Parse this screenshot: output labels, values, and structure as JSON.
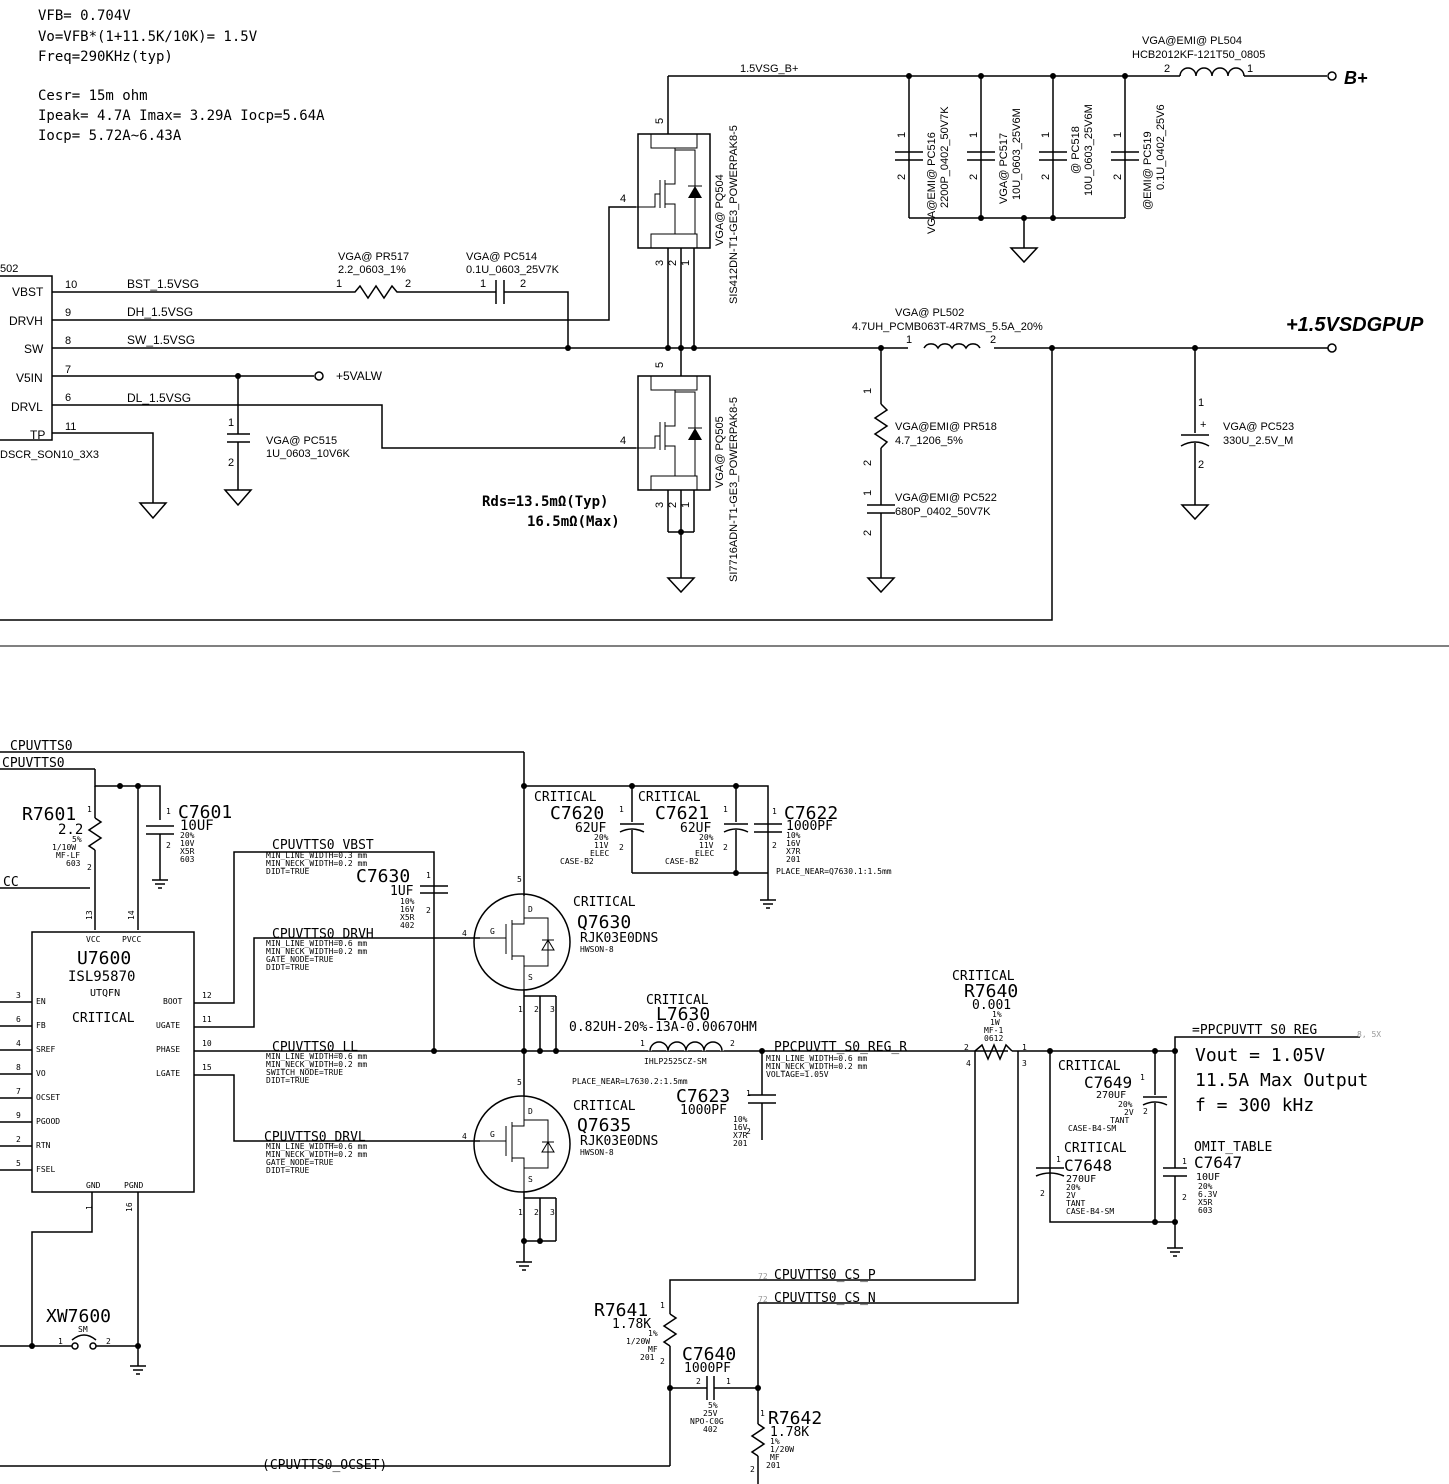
{
  "notes": {
    "line1": "VFB= 0.704V",
    "line2": "Vo=VFB*(1+11.5K/10K)= 1.5V",
    "line3": "Freq=290KHz(typ)",
    "line4": "Cesr= 15m ohm",
    "line5": "Ipeak= 4.7A  Imax= 3.29A Iocp=5.64A",
    "line6": "Iocp= 5.72A~6.43A"
  },
  "upper": {
    "ic_ref": "502",
    "ic_part": "DSCR_SON10_3X3",
    "pins": [
      {
        "name": "VBST",
        "num": "10",
        "net": "BST_1.5VSG"
      },
      {
        "name": "DRVH",
        "num": "9",
        "net": "DH_1.5VSG"
      },
      {
        "name": "SW",
        "num": "8",
        "net": "SW_1.5VSG"
      },
      {
        "name": "V5IN",
        "num": "7",
        "net": ""
      },
      {
        "name": "DRVL",
        "num": "6",
        "net": "DL_1.5VSG"
      },
      {
        "name": "TP",
        "num": "11",
        "net": ""
      }
    ],
    "pr517": {
      "ref": "VGA@ PR517",
      "val": "2.2_0603_1%",
      "p1": "1",
      "p2": "2"
    },
    "pc514": {
      "ref": "VGA@ PC514",
      "val": "0.1U_0603_25V7K",
      "p1": "1",
      "p2": "2"
    },
    "pc515": {
      "ref": "VGA@ PC515",
      "val": "1U_0603_10V6K",
      "p1": "1",
      "p2": "2"
    },
    "v5alw": "+5VALW",
    "pq504": {
      "ref": "VGA@ PQ504",
      "part": "SIS412DN-T1-GE3_POWERPAK8-5",
      "pin_g": "4",
      "pin_d": "5",
      "pin_s1": "3",
      "pin_s2": "2",
      "pin_s3": "1"
    },
    "pq505": {
      "ref": "VGA@ PQ505",
      "part": "SI7716ADN-T1-GE3_POWERPAK8-5",
      "pin_g": "4",
      "pin_d": "5",
      "pin_s1": "3",
      "pin_s2": "2",
      "pin_s3": "1"
    },
    "rds1": "Rds=13.5mΩ(Typ)",
    "rds2": "16.5mΩ(Max)",
    "bplus_net": "1.5VSG_B+",
    "pl504": {
      "ref": "VGA@EMI@  PL504",
      "val": "HCB2012KF-121T50_0805",
      "p2": "2",
      "p1": "1"
    },
    "bplus": "B+",
    "caps": [
      {
        "ref": "VGA@EMI@ PC516",
        "val": "2200P_0402_50V7K"
      },
      {
        "ref": "VGA@ PC517",
        "val": "10U_0603_25V6M"
      },
      {
        "ref": "@ PC518",
        "val": "10U_0603_25V6M"
      },
      {
        "ref": "@EMI@ PC519",
        "val": "0.1U_0402_25V6"
      }
    ],
    "cap_p1": "1",
    "cap_p2": "2",
    "pl502": {
      "ref": "VGA@ PL502",
      "val": "4.7UH_PCMB063T-4R7MS_5.5A_20%",
      "p1": "1",
      "p2": "2"
    },
    "out_net": "+1.5VSDGPUP",
    "pr518": {
      "ref": "VGA@EMI@  PR518",
      "val": "4.7_1206_5%",
      "p1": "1",
      "p2": "2"
    },
    "pc522": {
      "ref": "VGA@EMI@  PC522",
      "val": "680P_0402_50V7K",
      "p1": "1",
      "p2": "2"
    },
    "pc523": {
      "ref": "VGA@ PC523",
      "val": "330U_2.5V_M",
      "p1": "1",
      "p2": "2",
      "plus": "+"
    }
  },
  "lower": {
    "net_top1": "CPUVTTS0",
    "net_top2": "CPUVTTS0",
    "cc": "CC",
    "r7601": {
      "ref": "R7601",
      "val": "2.2",
      "d1": "5%",
      "d2": "1/10W",
      "d3": "MF-LF",
      "d4": "603",
      "p1": "1",
      "p2": "2"
    },
    "c7601": {
      "ref": "C7601",
      "val": "10UF",
      "d1": "20%",
      "d2": "10V",
      "d3": "X5R",
      "d4": "603",
      "p1": "1",
      "p2": "2"
    },
    "u7600": {
      "ref": "U7600",
      "part": "ISL95870",
      "pkg": "UTQFN",
      "crit": "CRITICAL",
      "vcc": "VCC",
      "pvcc": "PVCC",
      "gnd": "GND",
      "pgnd": "PGND",
      "p13": "13",
      "p14": "14",
      "p1": "1",
      "p16": "16"
    },
    "u_left_pins": [
      {
        "num": "3",
        "name": "EN"
      },
      {
        "num": "6",
        "name": "FB"
      },
      {
        "num": "4",
        "name": "SREF"
      },
      {
        "num": "8",
        "name": "VO"
      },
      {
        "num": "7",
        "name": "OCSET"
      },
      {
        "num": "9",
        "name": "PGOOD"
      },
      {
        "num": "2",
        "name": "RTN"
      },
      {
        "num": "5",
        "name": "FSEL"
      }
    ],
    "u_right_pins": [
      {
        "num": "12",
        "name": "BOOT"
      },
      {
        "num": "11",
        "name": "UGATE"
      },
      {
        "num": "10",
        "name": "PHASE"
      },
      {
        "num": "15",
        "name": "LGATE"
      }
    ],
    "vbst": {
      "net": "CPUVTTS0_VBST",
      "l1": "MIN_LINE_WIDTH=0.3 mm",
      "l2": "MIN_NECK_WIDTH=0.2 mm",
      "l3": "DIDT=TRUE"
    },
    "c7630": {
      "ref": "C7630",
      "val": "1UF",
      "d1": "10%",
      "d2": "16V",
      "d3": "X5R",
      "d4": "402",
      "p1": "1",
      "p2": "2"
    },
    "drvh": {
      "net": "CPUVTTS0_DRVH",
      "l1": "MIN_LINE_WIDTH=0.6 mm",
      "l2": "MIN_NECK_WIDTH=0.2 mm",
      "l3": "GATE_NODE=TRUE",
      "l4": "DIDT=TRUE"
    },
    "ll": {
      "net": "CPUVTTS0_LL",
      "l1": "MIN_LINE_WIDTH=0.6 mm",
      "l2": "MIN_NECK_WIDTH=0.2 mm",
      "l3": "SWITCH_NODE=TRUE",
      "l4": "DIDT=TRUE"
    },
    "drvl": {
      "net": "CPUVTTS0_DRVL",
      "l1": "MIN_LINE_WIDTH=0.6 mm",
      "l2": "MIN_NECK_WIDTH=0.2 mm",
      "l3": "GATE_NODE=TRUE",
      "l4": "DIDT=TRUE"
    },
    "c7620": {
      "crit": "CRITICAL",
      "ref": "C7620",
      "val": "62UF",
      "d1": "20%",
      "d2": "11V",
      "d3": "ELEC",
      "d4": "CASE-B2",
      "p1": "1",
      "p2": "2"
    },
    "c7621": {
      "crit": "CRITICAL",
      "ref": "C7621",
      "val": "62UF",
      "d1": "20%",
      "d2": "11V",
      "d3": "ELEC",
      "d4": "CASE-B2",
      "p1": "1",
      "p2": "2"
    },
    "c7622": {
      "ref": "C7622",
      "val": "1000PF",
      "d1": "10%",
      "d2": "16V",
      "d3": "X7R",
      "d4": "201",
      "p1": "1",
      "p2": "2"
    },
    "place1": "PLACE_NEAR=Q7630.1:1.5mm",
    "q7630": {
      "crit": "CRITICAL",
      "ref": "Q7630",
      "part": "RJK03E0DNS",
      "pkg": "HWSON-8",
      "g": "G",
      "d": "D",
      "s": "S",
      "p4": "4",
      "p5": "5",
      "p1": "1",
      "p2": "2",
      "p3": "3"
    },
    "q7635": {
      "crit": "CRITICAL",
      "ref": "Q7635",
      "part": "RJK03E0DNS",
      "pkg": "HWSON-8",
      "g": "G",
      "d": "D",
      "s": "S",
      "p4": "4",
      "p5": "5",
      "p1": "1",
      "p2": "2",
      "p3": "3"
    },
    "l7630": {
      "crit": "CRITICAL",
      "ref": "L7630",
      "val": "0.82UH-20%-13A-0.0067OHM",
      "pkg": "IHLP2525CZ-SM",
      "p1": "1",
      "p2": "2"
    },
    "place2": "PLACE_NEAR=L7630.2:1.5mm",
    "c7623": {
      "ref": "C7623",
      "val": "1000PF",
      "d1": "10%",
      "d2": "16V",
      "d3": "X7R",
      "d4": "201",
      "p1": "1",
      "p2": "2"
    },
    "ppc": {
      "net": "PPCPUVTT_S0_REG_R",
      "l1": "MIN_LINE_WIDTH=0.6 mm",
      "l2": "MIN_NECK_WIDTH=0.2 mm",
      "l3": "VOLTAGE=1.05V"
    },
    "r7640": {
      "crit": "CRITICAL",
      "ref": "R7640",
      "val": "0.001",
      "d1": "1%",
      "d2": "1W",
      "d3": "MF-1",
      "d4": "0612",
      "p1": "1",
      "p2": "2",
      "p3": "3",
      "p4": "4"
    },
    "out_net": "=PPCPUVTT_S0_REG",
    "out_sfx": "8, 5X",
    "vout1": "Vout = 1.05V",
    "vout2": "11.5A Max Output",
    "vout3": "f = 300 kHz",
    "c7649": {
      "crit": "CRITICAL",
      "ref": "C7649",
      "val": "270UF",
      "d1": "20%",
      "d2": "2V",
      "d3": "TANT",
      "d4": "CASE-B4-SM",
      "p1": "1",
      "p2": "2"
    },
    "c7648": {
      "crit": "CRITICAL",
      "ref": "C7648",
      "val": "270UF",
      "d1": "20%",
      "d2": "2V",
      "d3": "TANT",
      "d4": "CASE-B4-SM",
      "p1": "1",
      "p2": "2"
    },
    "c7647": {
      "omit": "OMIT_TABLE",
      "ref": "C7647",
      "val": "10UF",
      "d1": "20%",
      "d2": "6.3V",
      "d3": "X5R",
      "d4": "603",
      "p1": "1",
      "p2": "2"
    },
    "cs_p": "CPUVTTS0_CS_P",
    "cs_n": "CPUVTTS0_CS_N",
    "cs_pfx": "72",
    "r7641": {
      "ref": "R7641",
      "val": "1.78K",
      "d1": "1%",
      "d2": "1/20W",
      "d3": "MF",
      "d4": "201",
      "p1": "1",
      "p2": "2"
    },
    "c7640": {
      "ref": "C7640",
      "val": "1000PF",
      "d1": "5%",
      "d2": "25V",
      "d3": "NPO-C0G",
      "d4": "402",
      "p1": "1",
      "p2": "2"
    },
    "r7642": {
      "ref": "R7642",
      "val": "1.78K",
      "d1": "1%",
      "d2": "1/20W",
      "d3": "MF",
      "d4": "201",
      "p1": "1",
      "p2": "2"
    },
    "xw7600": {
      "ref": "XW7600",
      "val": "SM",
      "p1": "1",
      "p2": "2"
    },
    "ocset": "(CPUVTTS0_OCSET)"
  }
}
